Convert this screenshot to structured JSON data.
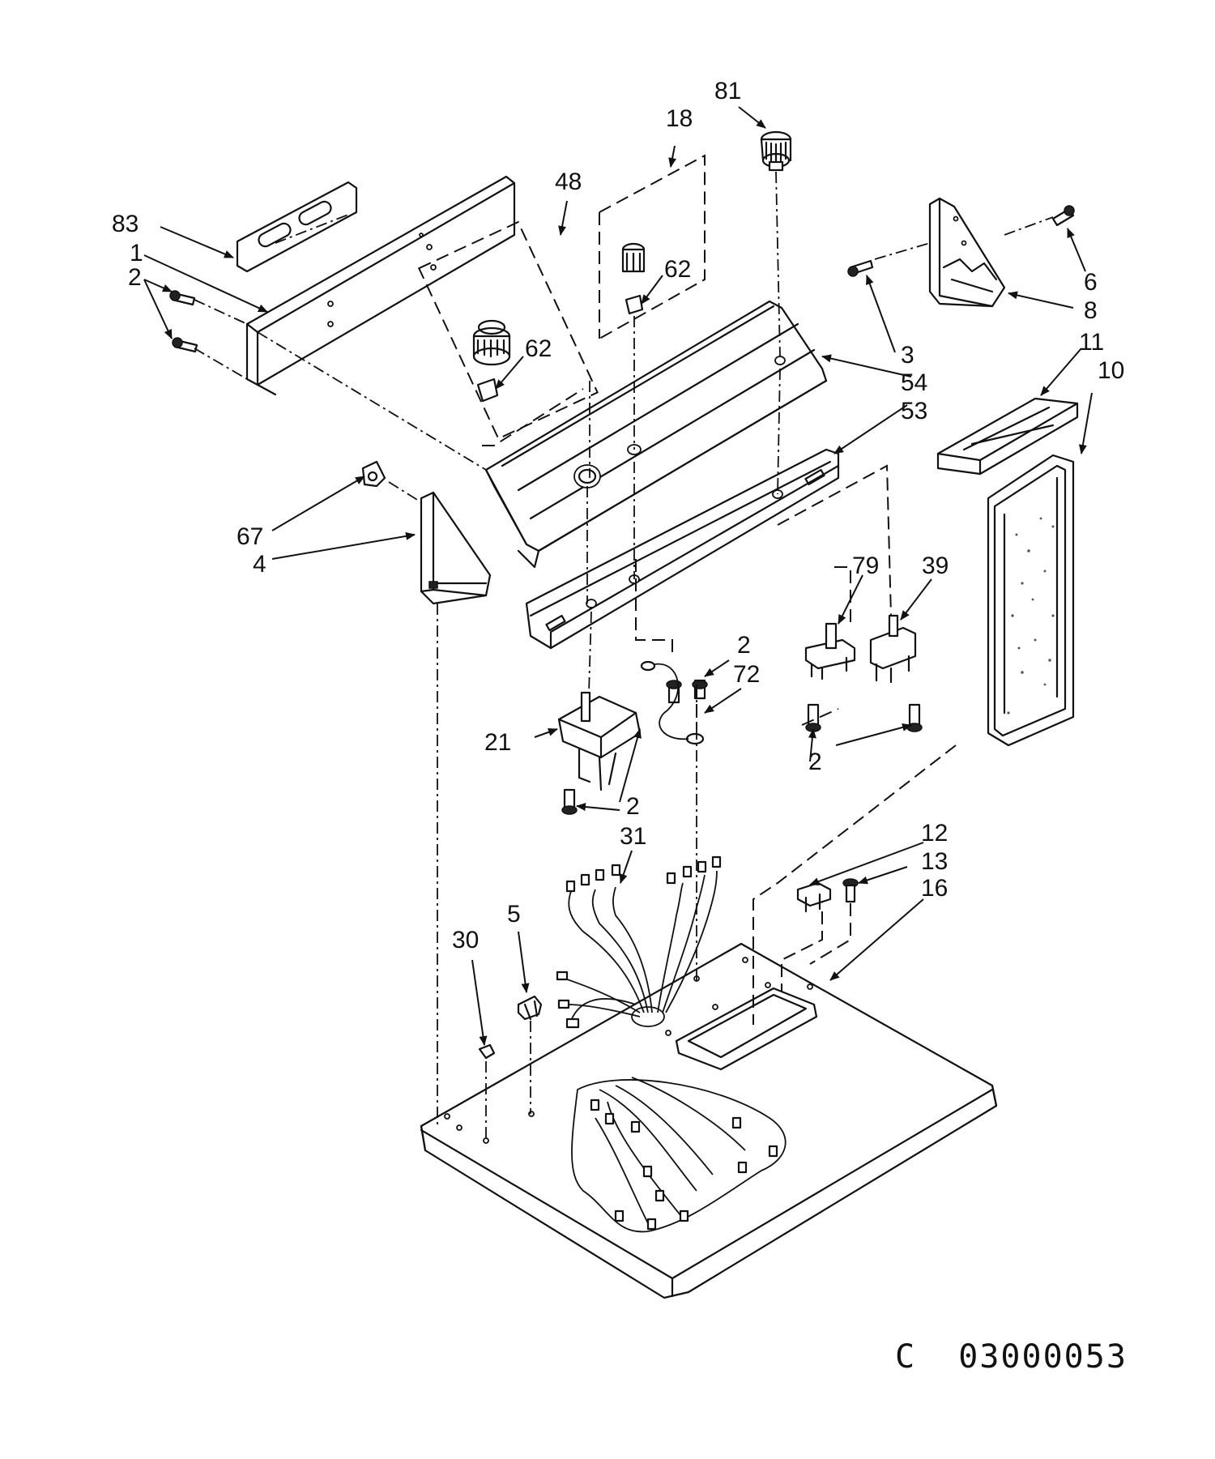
{
  "callouts": {
    "c81": "81",
    "c18": "18",
    "c48": "48",
    "c83": "83",
    "c1": "1",
    "c2_top": "2",
    "c62_a": "62",
    "c62_b": "62",
    "c6": "6",
    "c8": "8",
    "c3": "3",
    "c54": "54",
    "c53": "53",
    "c11": "11",
    "c10": "10",
    "c67": "67",
    "c4": "4",
    "c79": "79",
    "c39": "39",
    "c2_mid": "2",
    "c72": "72",
    "c21": "21",
    "c2_right": "2",
    "c2_low": "2",
    "c31": "31",
    "c12": "12",
    "c13": "13",
    "c16": "16",
    "c5": "5",
    "c30": "30"
  },
  "drawing_code": "C  03000053"
}
